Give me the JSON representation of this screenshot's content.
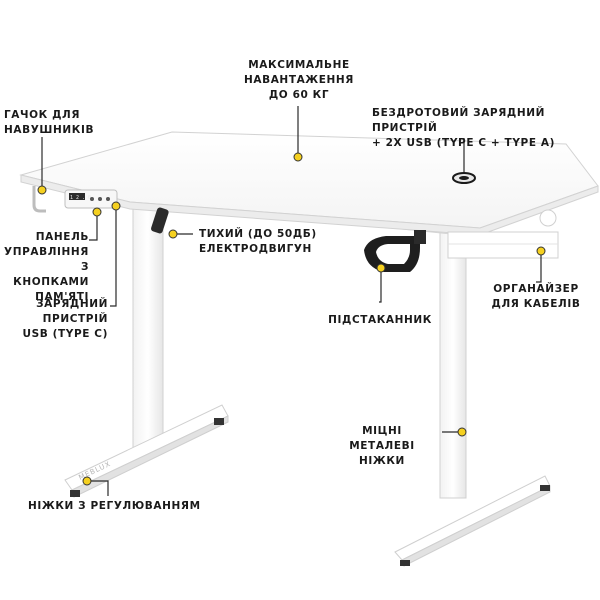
{
  "accent_color": "#f5d020",
  "desk_color": "#ffffff",
  "outline_color": "#cfcfcf",
  "control_panel": {
    "display": "1 2 . 0"
  },
  "brand_mark": "MEBLUX",
  "callouts": {
    "headphone_hook": "ГАЧОК ДЛЯ\nНАВУШНИКІВ",
    "max_load": "МАКСИМАЛЬНЕ\nНАВАНТАЖЕННЯ\nДО 60 КГ",
    "wireless_charger": "БЕЗДРОТОВИЙ ЗАРЯДНИЙ ПРИСТРІЙ\n+ 2X USB (TYPE C + TYPE A)",
    "control_panel": "ПАНЕЛЬ\nУПРАВЛІННЯ\nЗ КНОПКАМИ\nПАМ'ЯТІ",
    "motor": "ТИХИЙ (ДО 50ДБ)\nЕЛЕКТРОДВИГУН",
    "usb_charger": "ЗАРЯДНИЙ\nПРИСТРІЙ\nUSB (TYPE C)",
    "cup_holder": "ПІДСТАКАННИК",
    "cable_organizer": "ОРГАНАЙЗЕР\nДЛЯ КАБЕЛІВ",
    "legs": "МІЦНІ\nМЕТАЛЕВІ НІЖКИ",
    "adjustable_feet": "НІЖКИ З РЕГУЛЮВАННЯМ"
  }
}
